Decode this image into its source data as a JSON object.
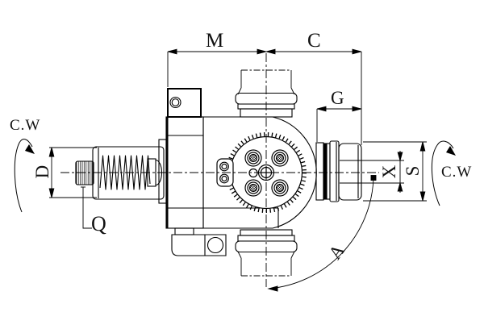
{
  "drawing": {
    "background": "#ffffff",
    "line_color": "#000000",
    "rotation_labels": {
      "left": "C.W",
      "right": "C.W"
    },
    "dimension_labels": {
      "m": "M",
      "c": "C",
      "g": "G",
      "d": "D",
      "q": "Q",
      "x": "X",
      "s": "S",
      "a": "A"
    }
  }
}
